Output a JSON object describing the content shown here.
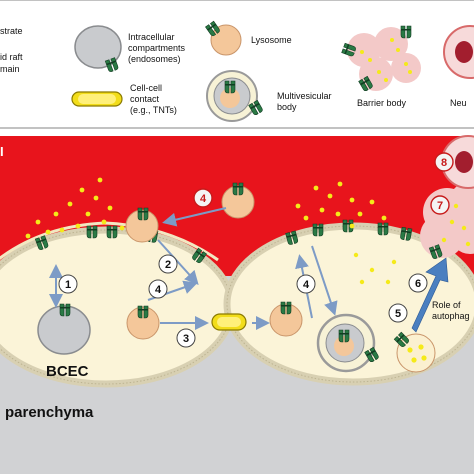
{
  "legend": {
    "substrate": "strate",
    "lipid_raft_1": "id raft",
    "lipid_raft_2": "main",
    "intracellular_1": "Intracellular",
    "intracellular_2": "compartments",
    "intracellular_3": "(endosomes)",
    "lysosome": "Lysosome",
    "contact_1": "Cell-cell",
    "contact_2": "contact",
    "contact_3": "(e.g., TNTs)",
    "mvb_1": "Multivesicular",
    "mvb_2": "body",
    "barrier_body": "Barrier body",
    "neuron": "Neu"
  },
  "main": {
    "panel_mark": "I",
    "cell_label": "BCEC",
    "region_label": "parenchyma",
    "autophagy_1": "Role of",
    "autophagy_2": "autophag",
    "steps": [
      "1",
      "2",
      "3",
      "4",
      "4",
      "4",
      "5",
      "6",
      "7",
      "8"
    ]
  },
  "colors": {
    "blood": "#e8141c",
    "cytoplasm": "#fbf4d8",
    "membrane": "#d8d0b2",
    "lipid_raft": "#f2e8c2",
    "receptor": "#2a7a45",
    "vesicle": "#f4c79a",
    "ligand": "#f5ea19",
    "endosome": "#c9cbce",
    "step_circle_stroke": "#c71b1b",
    "arrow": "#7d9bc6",
    "autophagy_arrow": "#4a7fc0",
    "parenchyma": "#d1d2d4"
  }
}
